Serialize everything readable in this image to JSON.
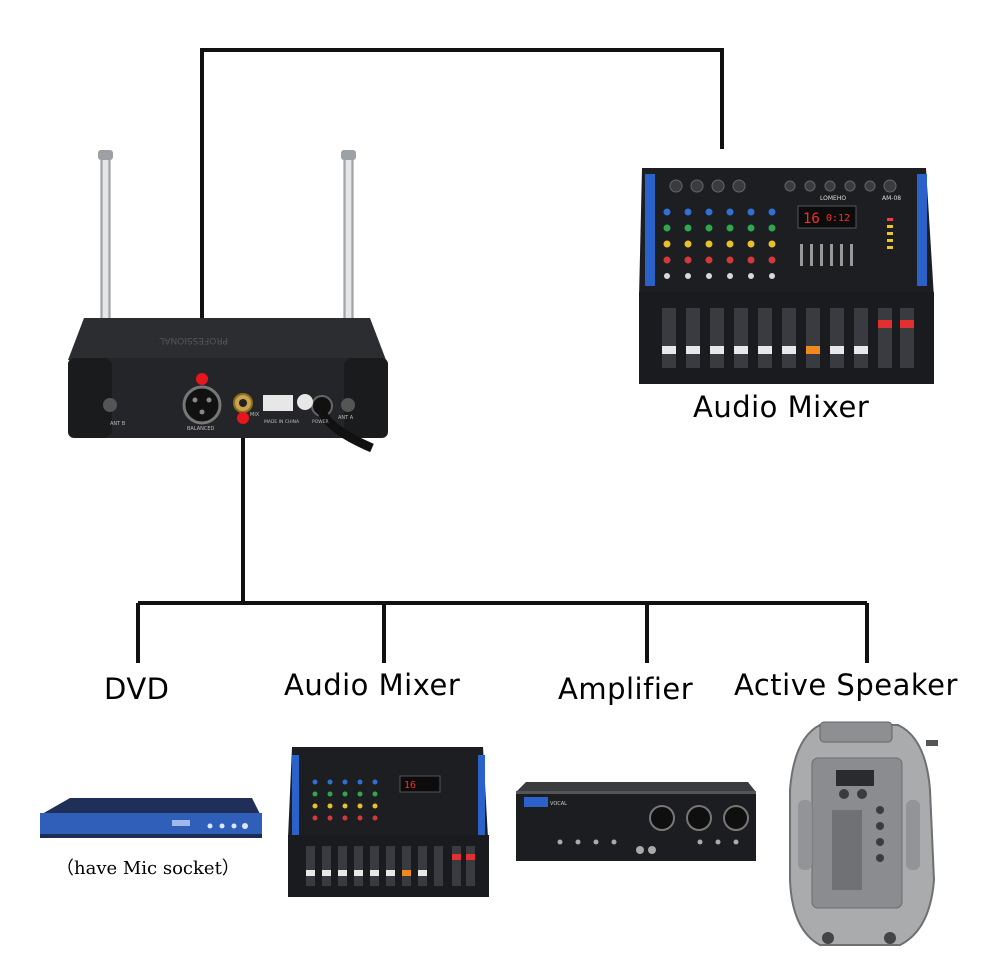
{
  "labels": {
    "top_mixer": "Audio Mixer",
    "dvd": "DVD",
    "mixer": "Audio Mixer",
    "amplifier": "Amplifier",
    "speaker": "Active Speaker",
    "dvd_note": "（have Mic socket）"
  },
  "receiver": {
    "ant_b": "ANT B",
    "ant_a": "ANT A",
    "balanced": "BALANCED",
    "mix": "MIX",
    "made_in": "MADE IN CHINA",
    "power": "POWER",
    "brand_text": "PROFESSIONAL"
  },
  "mixer": {
    "brand": "LOMEHO",
    "model": "AM-08",
    "display": "16",
    "display2": "0:12"
  },
  "amp": {
    "brand": "VOCAL"
  },
  "colors": {
    "connection_dot": "#e8141e",
    "mixer_accent": "#2a62c9",
    "dvd_blue": "#2f5fb8"
  },
  "icons": [
    "xlr-connector-icon",
    "jack-connector-icon",
    "power-socket-icon"
  ]
}
